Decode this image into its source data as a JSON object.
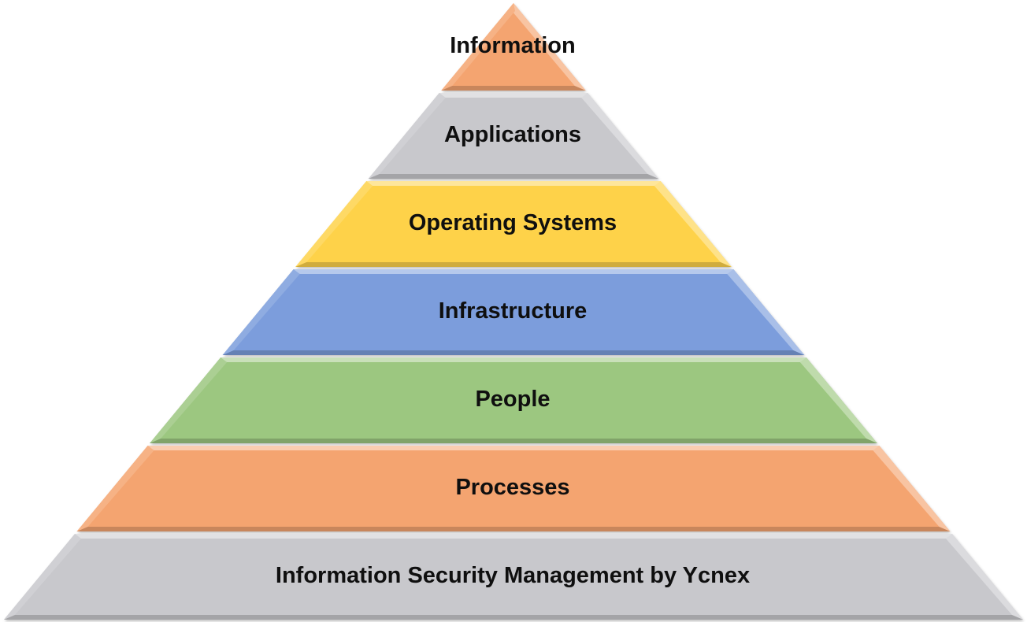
{
  "diagram": {
    "type": "pyramid",
    "layers": [
      {
        "label": "Information",
        "color": "#f4a470"
      },
      {
        "label": "Applications",
        "color": "#c8c8cc"
      },
      {
        "label": "Operating Systems",
        "color": "#fed24a"
      },
      {
        "label": "Infrastructure",
        "color": "#7b9ddc"
      },
      {
        "label": "People",
        "color": "#9cc780"
      },
      {
        "label": "Processes",
        "color": "#f4a470"
      },
      {
        "label": "Information Security Management by Ycnex",
        "color": "#c8c8cc"
      }
    ]
  }
}
